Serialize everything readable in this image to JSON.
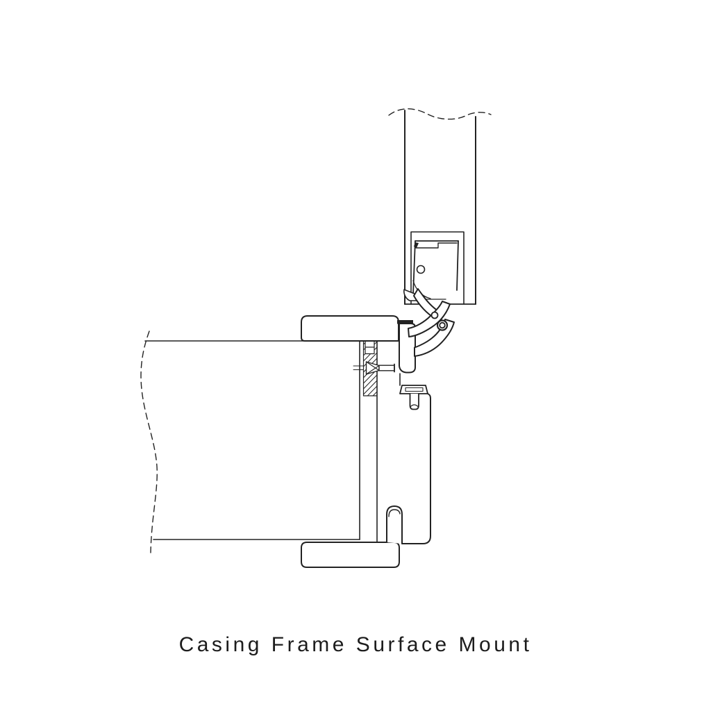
{
  "title": {
    "label": "Casing Frame Surface Mount"
  },
  "colors": {
    "line": "#222222",
    "background": "#ffffff"
  },
  "drawing": {
    "type": "technical-section-detail",
    "parts": [
      "door-panel",
      "hinge-mortise",
      "hinge-cup",
      "hinge-arm",
      "hinge-mount-block",
      "casing-frame-top-arm",
      "casing-frame-bottom-arm",
      "frame-jamb-section",
      "mounting-screw",
      "clip-screw",
      "frame-hook",
      "frame-panel",
      "wall-section"
    ]
  }
}
